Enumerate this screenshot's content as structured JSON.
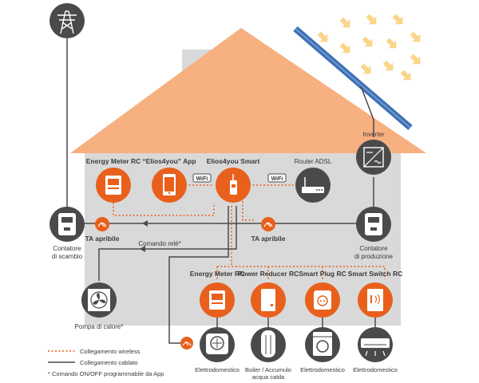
{
  "colors": {
    "orange": "#e8601c",
    "dark_gray": "#4a4a4a",
    "house_gray": "#d9d9d9",
    "roof": "#f7b07f",
    "panel_blue": "#3c6fb4",
    "sun_yellow": "#fbd58a",
    "wired_line": "#4a4a4a",
    "wireless_line": "#e8601c"
  },
  "devices": {
    "energy_meter_top": {
      "label": "Energy Meter RC",
      "icon": "energy-meter-icon"
    },
    "app": {
      "label": "“Elios4you” App",
      "icon": "smartphone-icon"
    },
    "elios_smart": {
      "label": "Elios4you Smart",
      "icon": "elios-device-icon"
    },
    "router": {
      "label": "Router ADSL",
      "icon": "router-icon"
    },
    "inverter": {
      "label": "Inverter",
      "icon": "inverter-icon"
    },
    "contatore_scambio": {
      "label_line1": "Contatore",
      "label_line2": "di scambio",
      "icon": "meter-icon"
    },
    "contatore_produzione": {
      "label_line1": "Contatore",
      "label_line2": "di produzione",
      "icon": "meter-icon"
    },
    "heat_pump": {
      "label": "Pompa di calore*",
      "icon": "fan-icon"
    },
    "energy_meter_bottom": {
      "label": "Energy Meter RC",
      "icon": "energy-meter-icon"
    },
    "power_reducer": {
      "label": "Power Reducer RC",
      "icon": "power-reducer-icon"
    },
    "smart_plug": {
      "label": "Smart Plug RC",
      "icon": "smart-plug-icon"
    },
    "smart_switch": {
      "label": "Smart Switch RC",
      "icon": "smart-switch-icon"
    },
    "appliance_heater": {
      "label": "Elettrodomestico",
      "icon": "heater-icon"
    },
    "appliance_boiler": {
      "label_line1": "Boiler / Accumulo",
      "label_line2": "acqua calda",
      "icon": "boiler-icon"
    },
    "appliance_washer": {
      "label": "Elettrodomestico",
      "icon": "washing-machine-icon"
    },
    "appliance_ac": {
      "label": "Elettrodomestico",
      "icon": "air-conditioner-icon"
    }
  },
  "ta_left": {
    "label": "TA apribile"
  },
  "ta_right": {
    "label": "TA apribile"
  },
  "wifi_badge": {
    "label": "WiFi"
  },
  "comando_rele": {
    "label": "Comando relè*"
  },
  "legend": {
    "wireless": "Collegamento wireless",
    "wired": "Collegamento cablato",
    "note": "* Comando ON/OFF programmabile da App"
  }
}
